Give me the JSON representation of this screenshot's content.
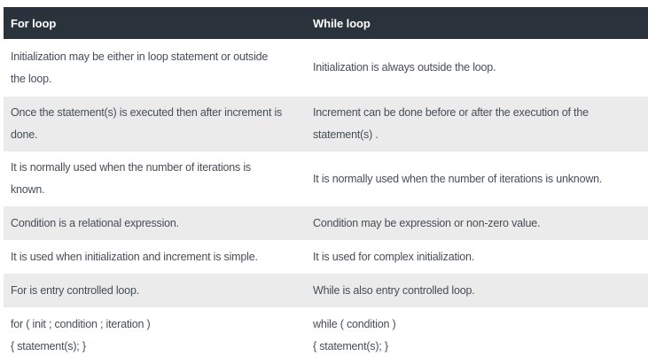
{
  "table": {
    "headers": [
      {
        "label": "For loop"
      },
      {
        "label": "While loop"
      }
    ],
    "colors": {
      "header_bg": "#2a333b",
      "header_text": "#ffffff",
      "alt_row_bg": "#ebebeb",
      "row_bg": "#ffffff",
      "body_text": "#454e57"
    },
    "rows": [
      {
        "for_loop": "Initialization may be either in loop statement or outside\nthe loop.",
        "while_loop": "Initialization is always outside the loop."
      },
      {
        "for_loop": "Once the statement(s) is executed then after increment is\ndone.",
        "while_loop": "Increment can be done before or after the execution of the\nstatement(s) ."
      },
      {
        "for_loop": "It is normally used when the number of iterations is\nknown.",
        "while_loop": "It is normally used when the number of iterations is unknown."
      },
      {
        "for_loop": "Condition is a relational expression.",
        "while_loop": "Condition may be expression or non-zero value."
      },
      {
        "for_loop": "It is used when initialization and increment is simple.",
        "while_loop": "It is used for complex initialization."
      },
      {
        "for_loop": "For is entry controlled loop.",
        "while_loop": "While is also entry controlled loop."
      },
      {
        "for_loop": "for ( init ; condition ; iteration )\n{ statement(s); }",
        "while_loop": "while ( condition )\n{ statement(s); }"
      }
    ]
  }
}
